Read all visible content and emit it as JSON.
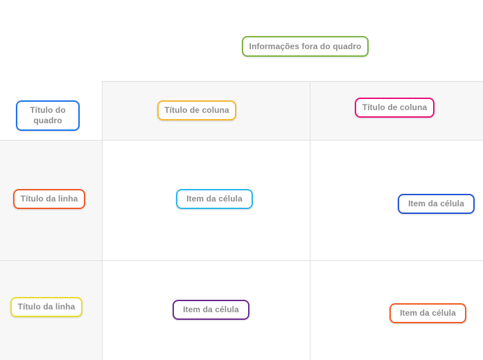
{
  "board": {
    "outside_note": {
      "label": "Informações fora do quadro",
      "color": "#7cb342"
    },
    "corner": {
      "label": "Título do quadro",
      "color": "#1a73e8"
    },
    "column_headers": [
      {
        "label": "Título de coluna",
        "color": "#f5b731"
      },
      {
        "label": "Título de coluna",
        "color": "#ec0e78"
      }
    ],
    "row_headers": [
      {
        "label": "Título da linha",
        "color": "#f15a24"
      },
      {
        "label": "Título da linha",
        "color": "#e8dc2a"
      }
    ],
    "cells": [
      {
        "label": "Item da célula",
        "color": "#29b6e8"
      },
      {
        "label": "Item da célula",
        "color": "#2255d4"
      },
      {
        "label": "Item da célula",
        "color": "#6b2a8c"
      },
      {
        "label": "Item da célula",
        "color": "#f15a24"
      }
    ],
    "colors": {
      "grid_line": "#e0e0e0",
      "header_fill": "#f7f7f7",
      "cell_fill": "#ffffff",
      "text": "#8c8c8c",
      "page_background": "#ffffff"
    }
  }
}
